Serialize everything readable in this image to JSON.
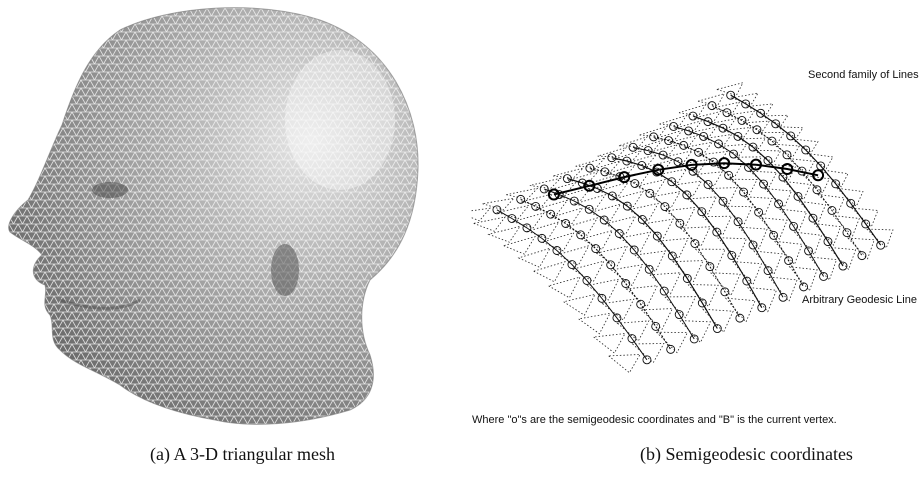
{
  "figure": {
    "panel_a": {
      "caption": "(a) A 3-D triangular mesh"
    },
    "panel_b": {
      "caption": "(b) Semigeodesic coordinates",
      "label_second_family": "Second family of Lines",
      "label_geodesic": "Arbitrary Geodesic Line",
      "note": "Where \"o\"s are the semigeodesic coordinates and \"B\" is the current vertex."
    }
  }
}
